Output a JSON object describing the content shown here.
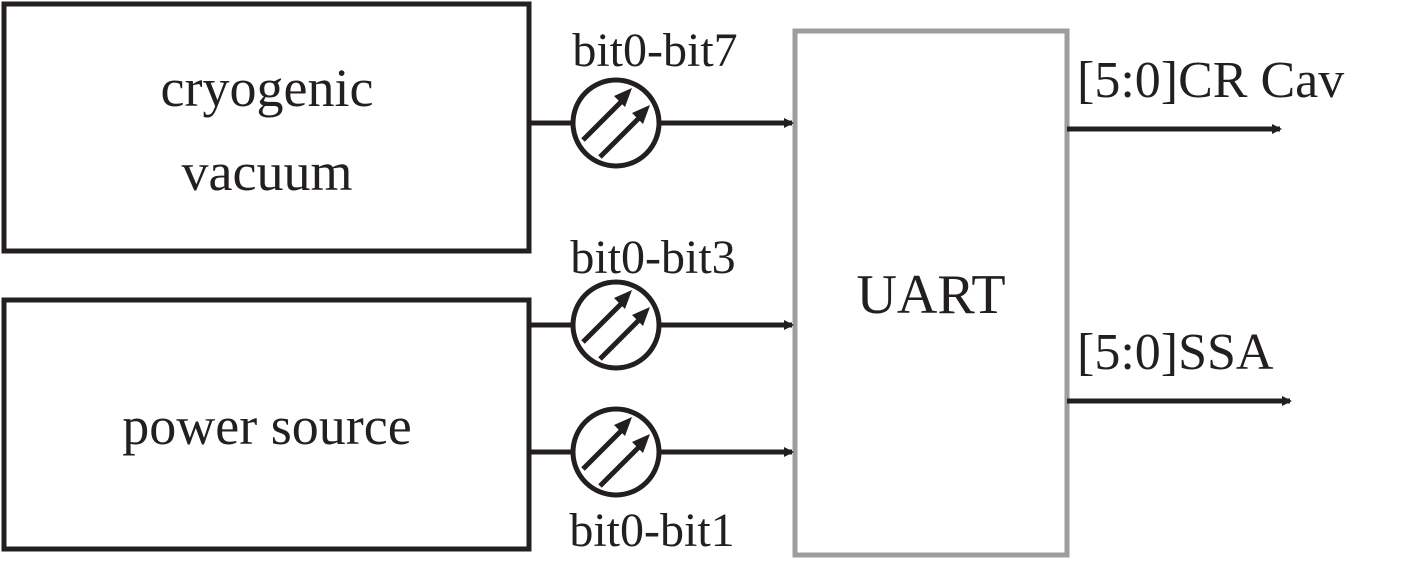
{
  "diagram": {
    "blocks": {
      "cryogenic_vacuum": [
        "cryogenic",
        "vacuum"
      ],
      "power_source": "power source",
      "uart": "UART"
    },
    "inputs": [
      {
        "label": "bit0-bit7",
        "icon": "optocoupler-icon"
      },
      {
        "label": "bit0-bit3",
        "icon": "optocoupler-icon"
      },
      {
        "label": "bit0-bit1",
        "icon": "optocoupler-icon"
      }
    ],
    "outputs": [
      {
        "label": "[5:0]CR Cav"
      },
      {
        "label": "[5:0]SSA"
      }
    ],
    "colors": {
      "stroke": "#231f20",
      "uart_border": "#9d9d9d",
      "background": "#ffffff"
    }
  }
}
